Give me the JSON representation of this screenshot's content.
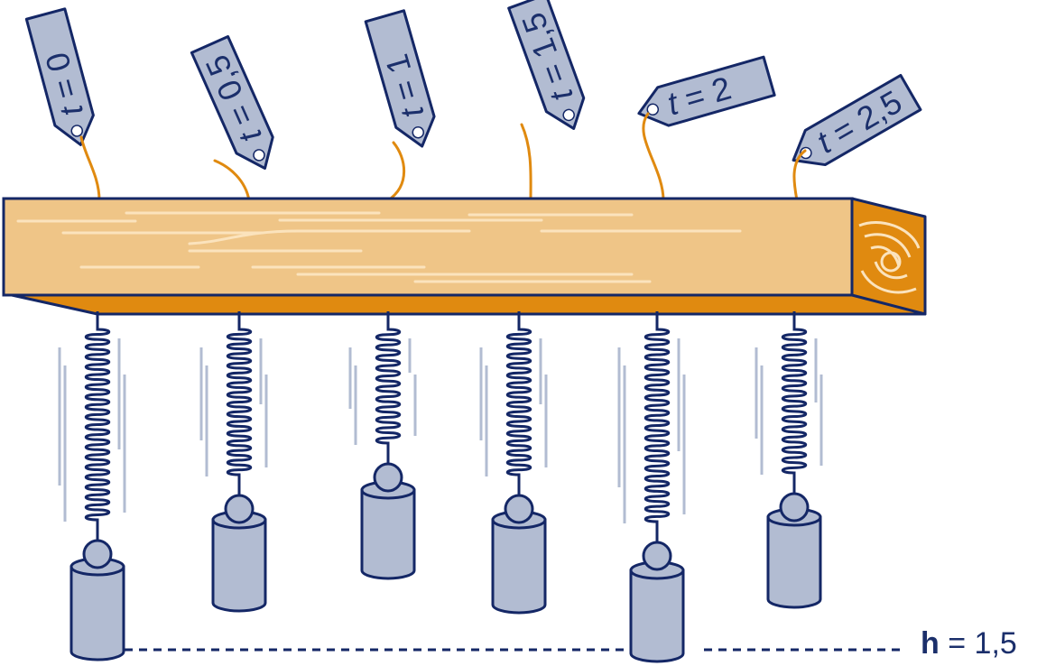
{
  "diagram": {
    "times": [
      {
        "var": "t",
        "value": "0"
      },
      {
        "var": "t",
        "value": "0,5"
      },
      {
        "var": "t",
        "value": "1"
      },
      {
        "var": "t",
        "value": "1,5"
      },
      {
        "var": "t",
        "value": "2"
      },
      {
        "var": "t",
        "value": "2,5"
      }
    ],
    "height_label": {
      "symbol": "h",
      "equals": "=",
      "value": "1,5"
    },
    "colors": {
      "beam_face": "#efc587",
      "beam_underside": "#e08a10",
      "beam_end": "#e08a10",
      "outline": "#142766",
      "tag_fill": "#b2bcd2",
      "string": "#e08a10",
      "mass_fill": "#b2bcd2",
      "spring": "#142766",
      "motion_lines": "#b2bcd2"
    }
  }
}
